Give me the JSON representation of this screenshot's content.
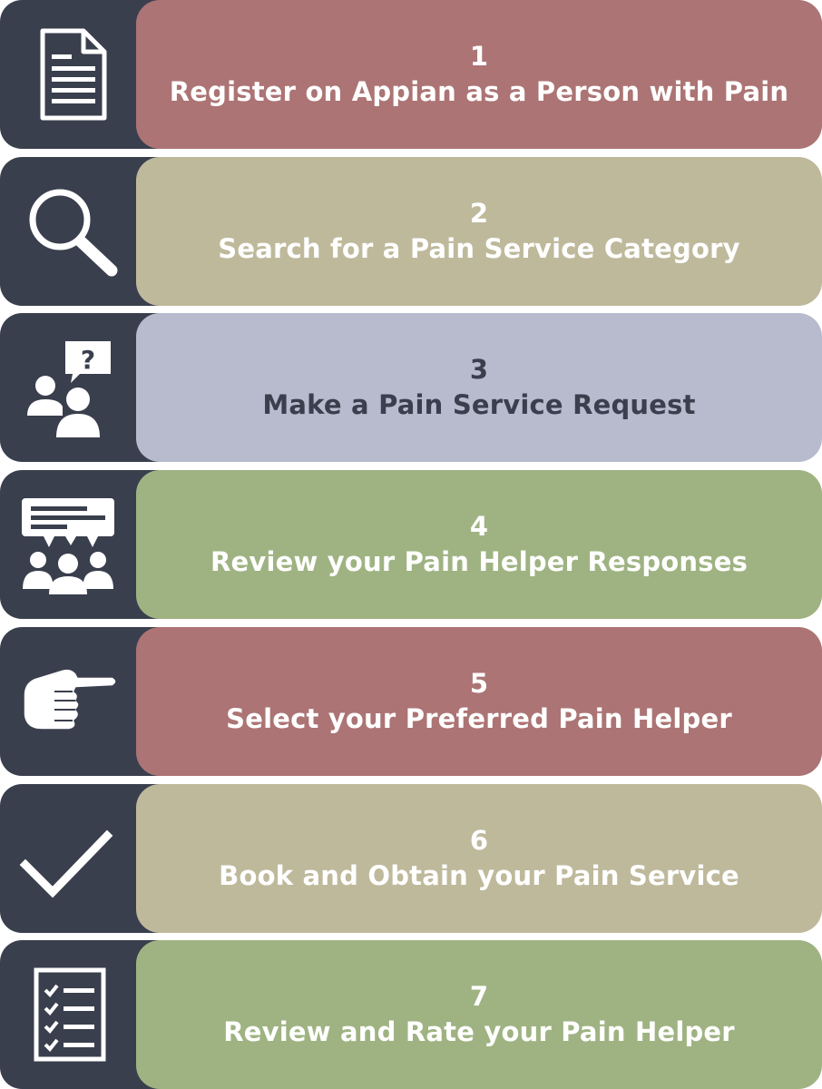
{
  "steps": [
    {
      "number": "1",
      "label": "Register on Appian as a Person with Pain",
      "icon": "document-icon",
      "color": "#ac7474",
      "text_color": "#ffffff"
    },
    {
      "number": "2",
      "label": "Search for a Pain Service Category",
      "icon": "magnifier-icon",
      "color": "#bfb99c",
      "text_color": "#ffffff"
    },
    {
      "number": "3",
      "label": "Make a Pain Service Request",
      "icon": "people-question-icon",
      "color": "#b7bbcd",
      "text_color": "#3a3f4e"
    },
    {
      "number": "4",
      "label": "Review your Pain Helper Responses",
      "icon": "group-chat-icon",
      "color": "#9fb382",
      "text_color": "#ffffff"
    },
    {
      "number": "5",
      "label": "Select your Preferred Pain Helper",
      "icon": "pointing-hand-icon",
      "color": "#ac7474",
      "text_color": "#ffffff"
    },
    {
      "number": "6",
      "label": "Book and Obtain your Pain Service",
      "icon": "checkmark-icon",
      "color": "#bfb99c",
      "text_color": "#ffffff"
    },
    {
      "number": "7",
      "label": "Review and Rate your Pain Helper",
      "icon": "checklist-icon",
      "color": "#9fb382",
      "text_color": "#ffffff"
    }
  ]
}
